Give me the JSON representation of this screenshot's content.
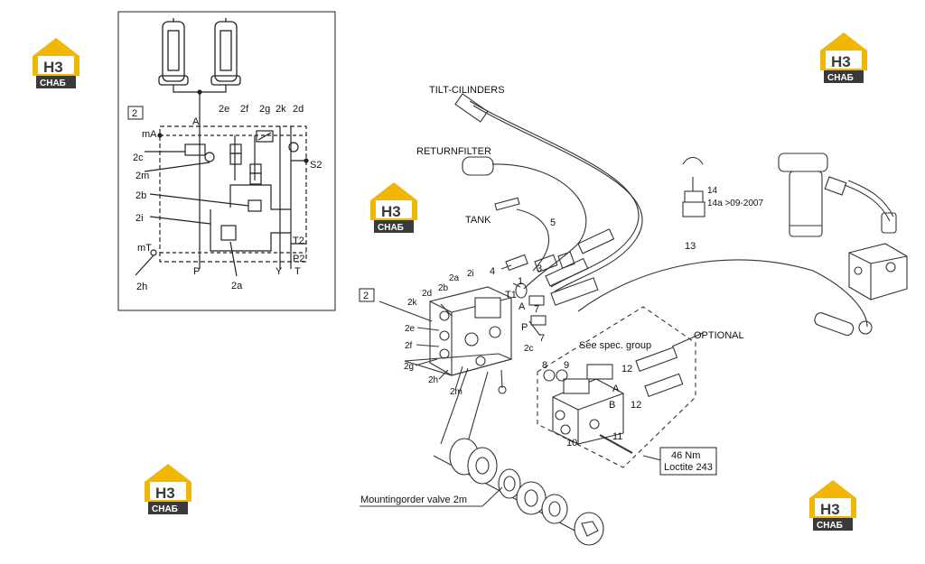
{
  "schematic": {
    "box_label": "2",
    "labels": {
      "A": "A",
      "mA": "mA",
      "twoE": "2e",
      "twoF": "2f",
      "twoG": "2g",
      "twoK": "2k",
      "twoD": "2d",
      "twoC": "2c",
      "twoM": "2m",
      "twoB": "2b",
      "twoI": "2i",
      "mT": "mT",
      "twoH": "2h",
      "P": "P",
      "twoA": "2a",
      "Y": "Y",
      "T": "T",
      "S2": "S2",
      "T2": "T2",
      "P2": "P2"
    }
  },
  "exploded": {
    "tilt_cylinders": "TILT-CILINDERS",
    "returnfilter": "RETURNFILTER",
    "tank": "TANK",
    "n5": "5",
    "n4": "4",
    "n3": "3",
    "n1": "1",
    "n2i": "2i",
    "n2a": "2a",
    "n2b": "2b",
    "n2d": "2d",
    "n2k": "2k",
    "n2e": "2e",
    "n2f": "2f",
    "n2g": "2g",
    "n2h": "2h",
    "n2m": "2m",
    "n2c": "2c",
    "T1": "T1",
    "A": "A",
    "P": "P",
    "n7a": "7",
    "n7b": "7",
    "box2": "2",
    "n13": "13",
    "n14": "14",
    "n14a": "14a >09-2007",
    "optional": "OPTIONAL",
    "spec_group": "See spec. group",
    "n8": "8",
    "n9": "9",
    "n12a": "12",
    "n12b": "12",
    "A2": "A",
    "B": "B",
    "n10": "10",
    "n11": "11",
    "torque_1": "46 Nm",
    "torque_2": "Loctite 243",
    "mountingorder": "Mountingorder valve 2m"
  },
  "watermark": {
    "line1": "H3",
    "line2": "СНАБ",
    "color_yellow": "#f2b705",
    "color_dark": "#3a3a3a"
  }
}
